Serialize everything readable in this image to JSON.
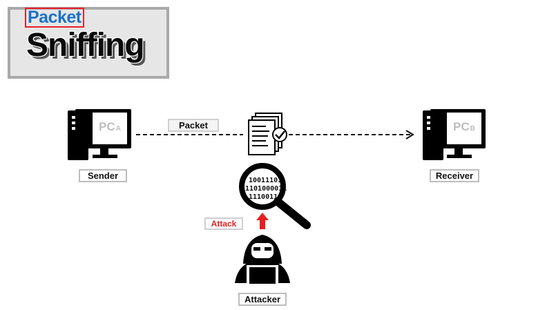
{
  "title": {
    "top": "Packet",
    "main": "Sniffing"
  },
  "packet_label": "Packet",
  "sender": {
    "pc_label": "PC",
    "pc_sub": "A",
    "role": "Sender"
  },
  "receiver": {
    "pc_label": "PC",
    "pc_sub": "B",
    "role": "Receiver"
  },
  "attack_label": "Attack",
  "attacker_label": "Attacker",
  "magnifier_bits": [
    "10011101",
    "1101000011",
    "1110011"
  ],
  "colors": {
    "accent_blue": "#1b72c6",
    "accent_red": "#e52020",
    "tag_border": "#bdbdbd"
  }
}
